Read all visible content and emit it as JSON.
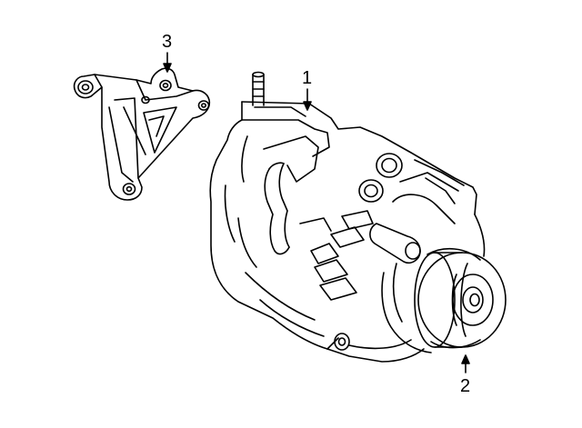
{
  "callouts": [
    {
      "label": "1",
      "part": "alternator"
    },
    {
      "label": "2",
      "part": "pulley"
    },
    {
      "label": "3",
      "part": "mounting-bracket"
    }
  ],
  "colors": {
    "line": "#000000",
    "background": "#ffffff"
  }
}
